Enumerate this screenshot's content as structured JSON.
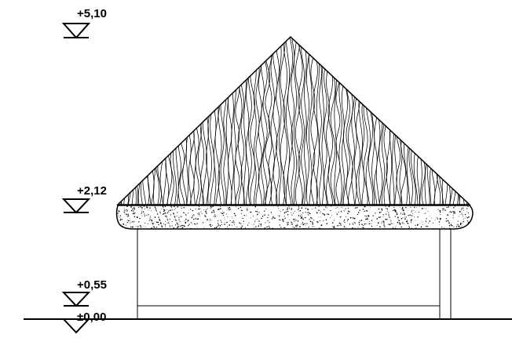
{
  "elevation_markers": [
    {
      "label": "+5,10"
    },
    {
      "label": "+2,12"
    },
    {
      "label": "+0,55"
    },
    {
      "label": "±0,00"
    }
  ],
  "colors": {
    "line": "#000000",
    "background": "#ffffff"
  },
  "roof": {
    "material": "thatch",
    "eave": "gravel-textured band"
  }
}
